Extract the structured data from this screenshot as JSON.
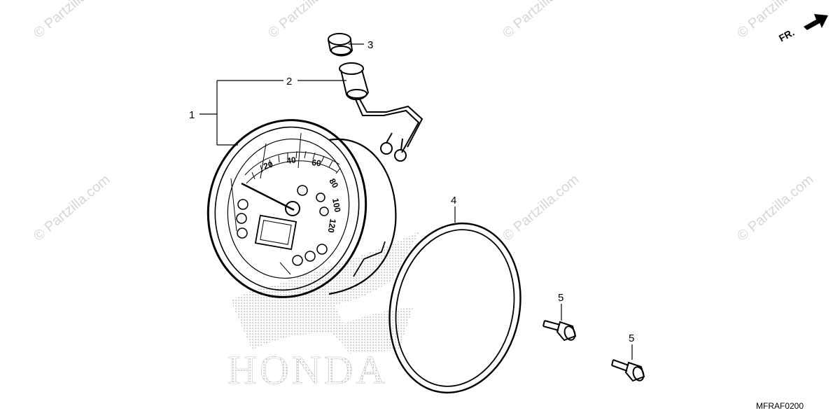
{
  "callouts": {
    "c1": "1",
    "c2": "2",
    "c3": "3",
    "c4": "4",
    "c5a": "5",
    "c5b": "5"
  },
  "direction_label": "FR.",
  "diagram_code": "MFRAF0200",
  "watermark_text": "© Partzilla.com",
  "brand_text": "HONDA",
  "dial_numbers": [
    "20",
    "40",
    "60",
    "80",
    "100",
    "120"
  ],
  "colors": {
    "line": "#000000",
    "watermark": "#d6d6d6",
    "brand_dots": "#b8b8b8"
  }
}
